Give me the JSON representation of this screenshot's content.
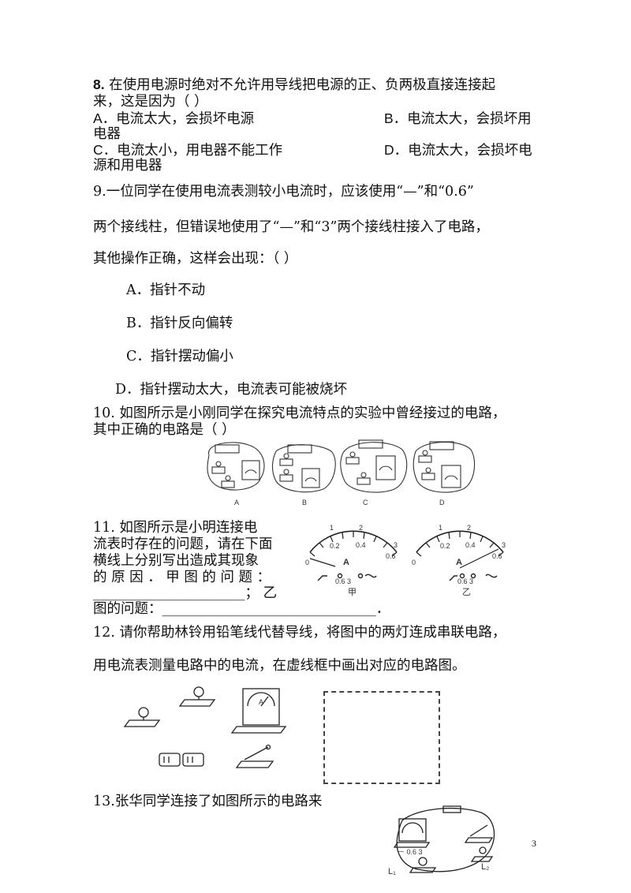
{
  "q8": {
    "num": "8.",
    "line1": " 在使用电源时绝对不允许用导线把电源的正、负两极直接连接起",
    "line2": "来，这是因为（      ）",
    "optA": "A．电流太大，会损坏电源",
    "optB1": "B．电流太大，会损坏用",
    "optB2": "电器",
    "optC": "C．电流太小，用电器不能工作",
    "optD1": "D．电流太大，会损坏电",
    "optD2": "源和用电器"
  },
  "q9": {
    "line1": "9.一位同学在使用电流表测较小电流时，应该使用“—”和“0.6”",
    "line2": "两个接线柱，但错误地使用了“—”和“3”两个接线柱接入了电路，",
    "line3": "其他操作正确，这样会出现：（        ）",
    "optA": "A．指针不动",
    "optB": "B．指针反向偏转",
    "optC": "C．指针摆动偏小",
    "optD": "D．指针摆动太大，电流表可能被烧坏"
  },
  "q10": {
    "line1": "10.  如图所示是小刚同学在探究电流特点的实验中曾经接过的电路，",
    "line2": "其中正确的电路是（       ）",
    "labels": [
      "A",
      "B",
      "C",
      "D"
    ]
  },
  "q11": {
    "line1": "11.  如图所示是小明连接电",
    "line2": "流表时存在的问题，请在下面",
    "line3": "横线上分别写出造成其现象",
    "line4": "的 原 因 ． 甲 图 的 问 题 ：",
    "line5": "______________________；  乙",
    "line6": "图的问题：_______________________________．",
    "meter_jia": "甲",
    "meter_yi": "乙",
    "scale_0": "0",
    "scale_1": "1",
    "scale_2": "2",
    "scale_3": "3",
    "scale_02": "0.2",
    "scale_04": "0.4",
    "scale_06": "0.6",
    "unit": "A"
  },
  "q12": {
    "line1": "12.  请你帮助林铃用铅笔线代替导线，将图中的两灯连成串联电路，",
    "line2": "用电流表测量电路中的电流，在虚线框中画出对应的电路图。"
  },
  "q13": {
    "line1": "13.张华同学连接了如图所示的电路来",
    "l1": "L₁",
    "l2": "L₂",
    "terminals": "－ 0.6  3"
  },
  "page_number": "3"
}
